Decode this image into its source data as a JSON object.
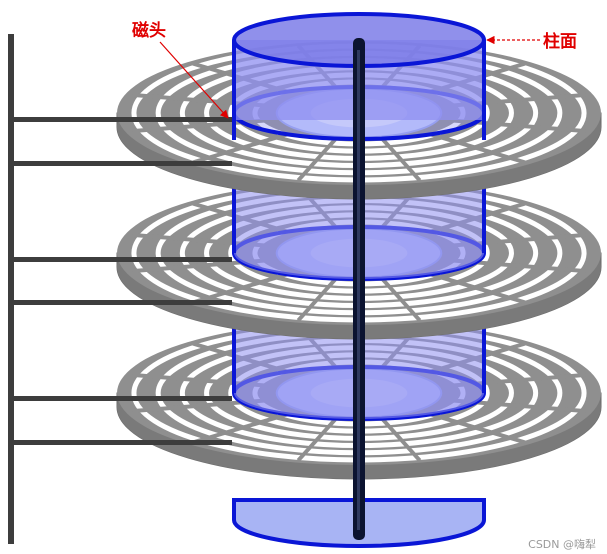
{
  "labels": {
    "head": "磁头",
    "cylinder": "柱面"
  },
  "watermark": "CSDN @嗨犁",
  "colors": {
    "cylinder_fill": "#8f8ff0",
    "cylinder_edge": "#0a16d6",
    "platter_gray": "#8f8f8f",
    "platter_white": "#ffffff",
    "hub_fill": "#c6d2ff",
    "spindle": "#0b1330",
    "arm": "#3d3d3d",
    "label_red": "#e00000"
  },
  "platters": 3
}
